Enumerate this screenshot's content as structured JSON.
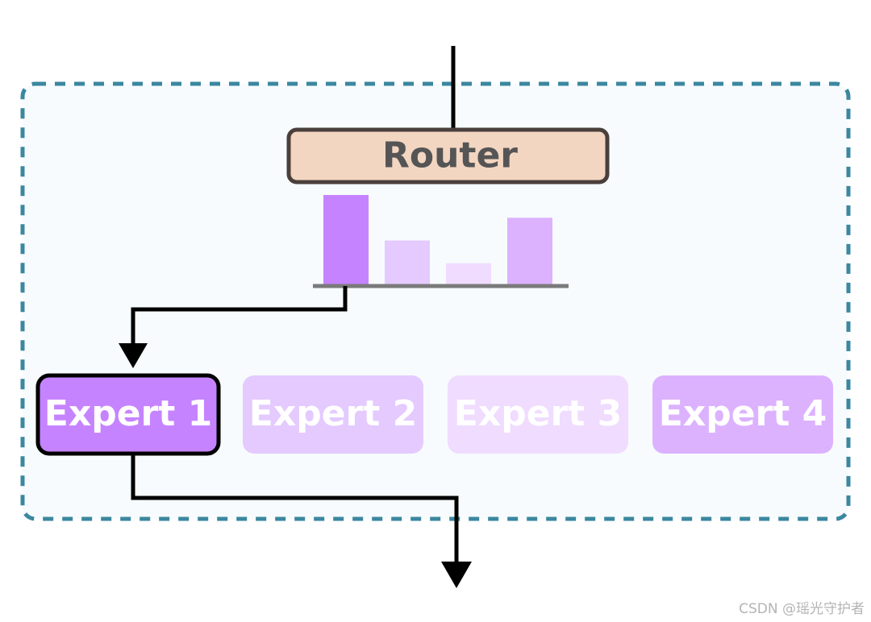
{
  "router": {
    "label": "Router",
    "fill": "#f3d6c1",
    "stroke": "#4a3f3b",
    "text_color": "#555555"
  },
  "gate_scores": [
    {
      "expert": "Expert 1",
      "value": 1.0,
      "color": "#c683ff"
    },
    {
      "expert": "Expert 2",
      "value": 0.5,
      "color": "#e4caff"
    },
    {
      "expert": "Expert 3",
      "value": 0.25,
      "color": "#f0dcff"
    },
    {
      "expert": "Expert 4",
      "value": 0.75,
      "color": "#dcb2ff"
    }
  ],
  "experts": [
    {
      "label": "Expert 1",
      "fill": "#c683ff",
      "selected": true
    },
    {
      "label": "Expert 2",
      "fill": "#e4caff",
      "selected": false
    },
    {
      "label": "Expert 3",
      "fill": "#f0dcff",
      "selected": false
    },
    {
      "label": "Expert 4",
      "fill": "#dcb2ff",
      "selected": false
    }
  ],
  "container": {
    "border_color": "#3b87a0",
    "fill": "#f7fbfd"
  },
  "watermark": "CSDN @瑶光守护者"
}
